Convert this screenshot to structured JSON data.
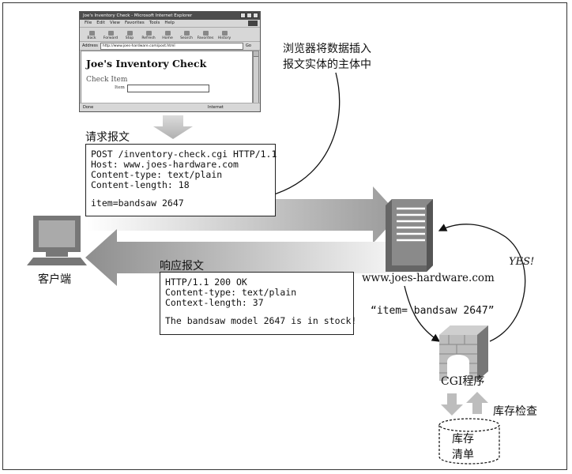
{
  "browser": {
    "window_title": "Joe's Inventory Check - Microsoft Internet Explorer",
    "menu": [
      "File",
      "Edit",
      "View",
      "Favorites",
      "Tools",
      "Help"
    ],
    "toolbar": [
      "Back",
      "Forward",
      "Stop",
      "Refresh",
      "Home",
      "Search",
      "Favorites",
      "History"
    ],
    "address_label": "Address",
    "address_value": "http://www.joes-hardware.com/post.html",
    "go_label": "Go",
    "page_title": "Joe's Inventory Check",
    "section": "Check Item",
    "item_label": "Item",
    "status_left": "Done",
    "status_zone": "Internet"
  },
  "browser_note": {
    "line1": "浏览器将数据插入",
    "line2": "报文实体的主体中"
  },
  "request": {
    "label": "请求报文",
    "lines": [
      "POST /inventory-check.cgi HTTP/1.1",
      "Host: www.joes-hardware.com",
      "Content-type: text/plain",
      "Content-length: 18"
    ],
    "body": "item=bandsaw 2647"
  },
  "response": {
    "label": "响应报文",
    "lines": [
      "HTTP/1.1 200 OK",
      "Content-type: text/plain",
      "Context-length: 37"
    ],
    "body": "The bandsaw model 2647 is in stock!"
  },
  "client": {
    "label": "客户端"
  },
  "server": {
    "label": "www.joes-hardware.com"
  },
  "cgi": {
    "query": "“item= bandsaw 2647”",
    "yes": "YES!",
    "label": "CGI程序",
    "check": "库存检查"
  },
  "inventory": {
    "line1": "库存",
    "line2": "清单"
  }
}
